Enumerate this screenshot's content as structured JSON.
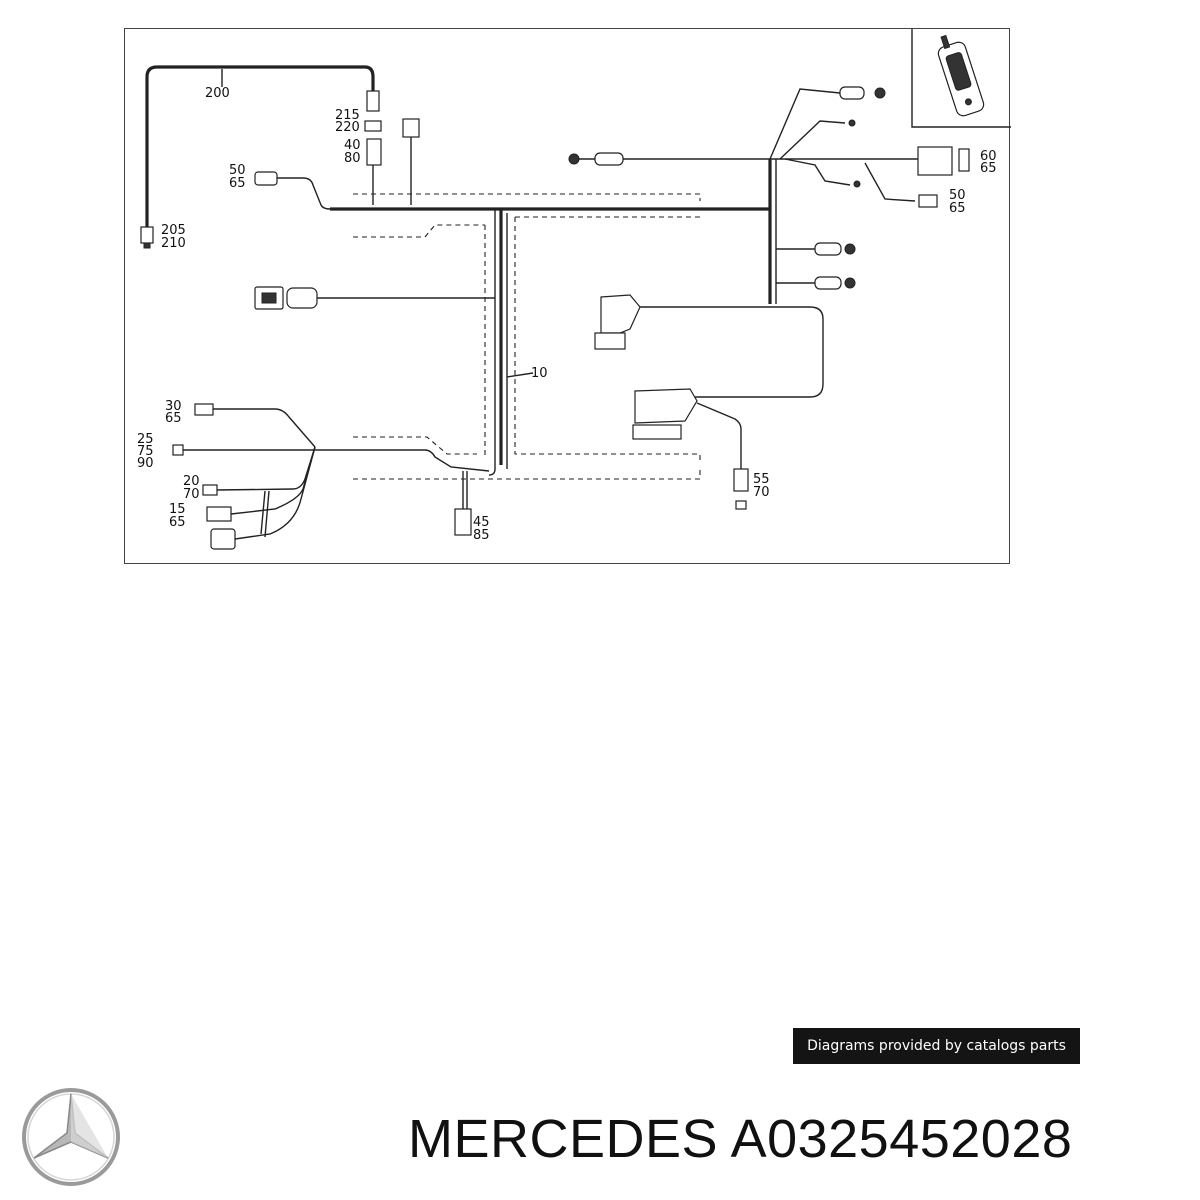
{
  "labels": {
    "l200": "200",
    "l215": "215",
    "l220": "220",
    "l40": "40",
    "l80": "80",
    "l50a": "50",
    "l65a": "65",
    "l205": "205",
    "l210": "210",
    "l60": "60",
    "l65b": "65",
    "l50b": "50",
    "l65c": "65",
    "l10": "10",
    "l30": "30",
    "l65d": "65",
    "l25": "25",
    "l75": "75",
    "l90": "90",
    "l20": "20",
    "l70a": "70",
    "l15": "15",
    "l65e": "65",
    "l45": "45",
    "l85": "85",
    "l55": "55",
    "l70b": "70"
  },
  "credit": "Diagrams provided by catalogs parts",
  "title": "MERCEDES A0325452028",
  "icons": {
    "logo": "mercedes-star-icon",
    "phone": "mobile-phone-icon"
  },
  "colors": {
    "banner_bg": "#141414",
    "banner_text": "#ffffff",
    "line": "#222222"
  }
}
